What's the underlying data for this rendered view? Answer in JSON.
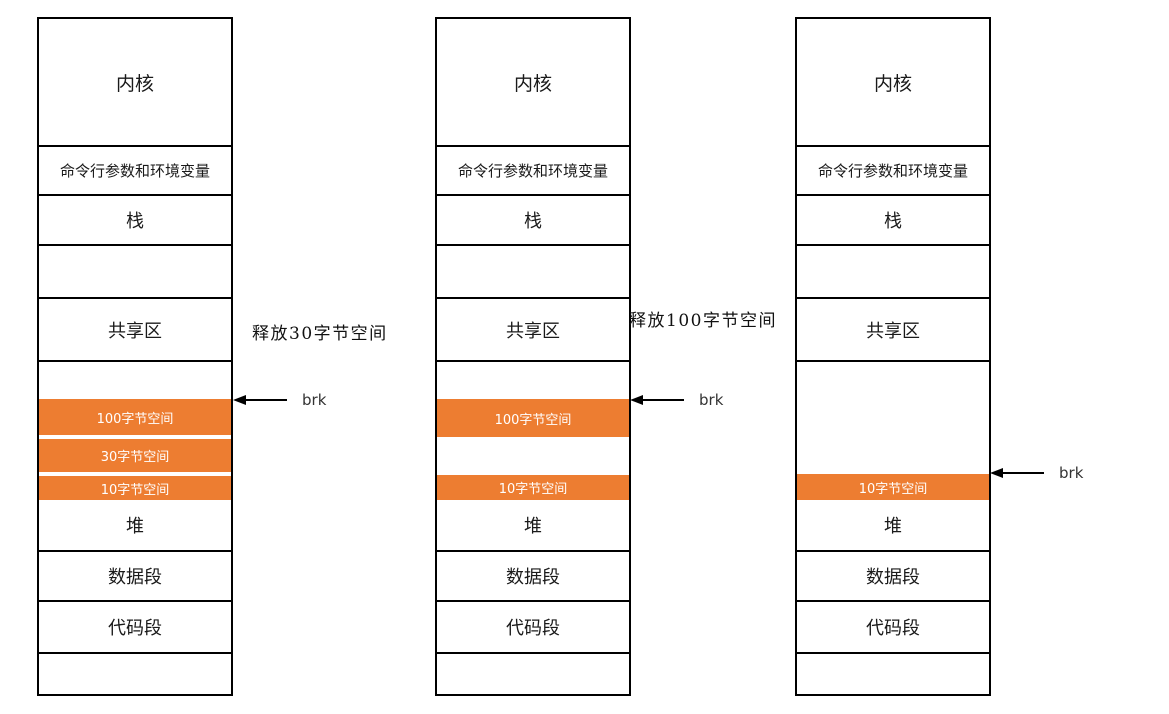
{
  "labels": {
    "kernel": "内核",
    "cmdline_env": "命令行参数和环境变量",
    "stack": "栈",
    "shared": "共享区",
    "heap": "堆",
    "data_segment": "数据段",
    "code_segment": "代码段",
    "alloc_100": "100字节空间",
    "alloc_30": "30字节空间",
    "alloc_10": "10字节空间",
    "brk": "brk"
  },
  "annotations": {
    "free_30": "释放30字节空间",
    "free_100": "释放100字节空间"
  },
  "colors": {
    "allocated_fill": "#ED7D31",
    "allocated_text": "#FFFFFF",
    "box_border": "#000000",
    "background": "#FFFFFF",
    "text": "#1A1A1A"
  }
}
